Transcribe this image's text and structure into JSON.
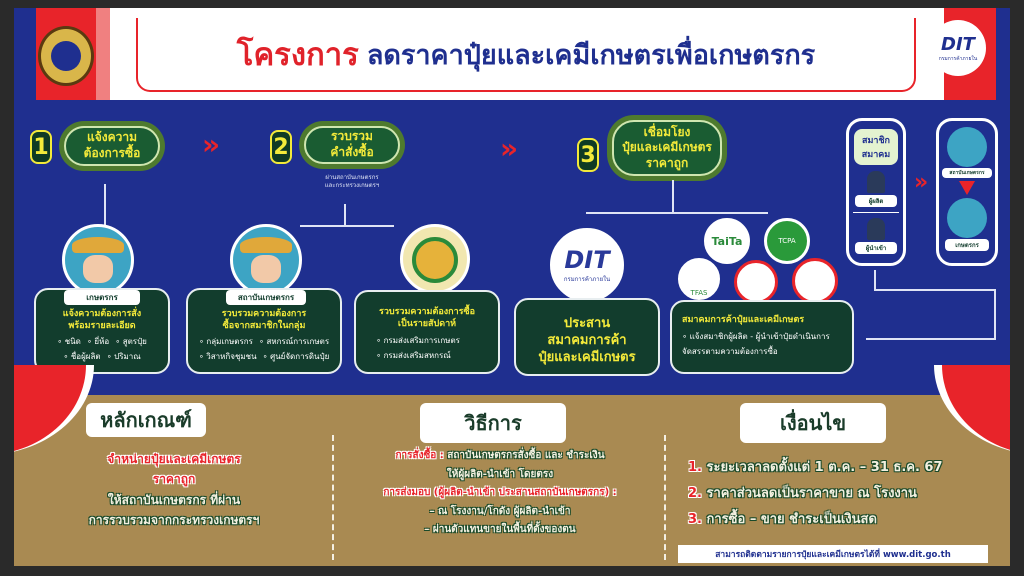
{
  "header": {
    "title_red": "โครงการ",
    "title_blue": "ลดราคาปุ๋ยและเคมีเกษตรเพื่อเกษตรกร",
    "logo_right": "DIT",
    "logo_right_sub": "กรมการค้าภายใน"
  },
  "steps": [
    {
      "number": "1",
      "line1": "แจ้งความ",
      "line2": "ต้องการซื้อ"
    },
    {
      "number": "2",
      "line1": "รวบรวม",
      "line2": "คำสั่งซื้อ",
      "note1": "ผ่านสถาบันเกษตรกร",
      "note2": "และกระทรวงเกษตรฯ"
    },
    {
      "number": "3",
      "line1": "เชื่อมโยง",
      "line2": "ปุ๋ยและเคมีเกษตร",
      "line3": "ราคาถูก"
    }
  ],
  "cards": {
    "farmer": {
      "tag": "เกษตรกร",
      "h1": "แจ้งความต้องการสั่ง",
      "h2": "พร้อมรายละเอียด",
      "items": [
        "ชนิด",
        "ยี่ห้อ",
        "สูตรปุ๋ย",
        "ชื่อผู้ผลิต",
        "ปริมาณ"
      ]
    },
    "institution": {
      "tag": "สถาบันเกษตรกร",
      "h1": "รวบรวมความต้องการ",
      "h2": "ซื้อจากสมาชิกในกลุ่ม",
      "items": [
        "กลุ่มเกษตรกร",
        "สหกรณ์การเกษตร",
        "วิสาหกิจชุมชน",
        "ศูนย์จัดการดินปุ๋ย"
      ]
    },
    "ministry": {
      "h1": "รวบรวมความต้องการซื้อ",
      "h2": "เป็นรายสัปดาห์",
      "items": [
        "กรมส่งเสริมการเกษตร",
        "กรมส่งเสริมสหกรณ์"
      ]
    },
    "dit": {
      "logo": "DIT",
      "logo_sub": "กรมการค้าภายใน",
      "l1": "ประสาน",
      "l2": "สมาคมการค้า",
      "l3": "ปุ๋ยและเคมีเกษตร"
    },
    "association": {
      "logos": [
        "TaiTa",
        "TCPA",
        "TFAS"
      ],
      "h": "สมาคมการค้าปุ๋ยและเคมีเกษตร",
      "item1": "แจ้งสมาชิกผู้ผลิต - ผู้นำเข้าปุ๋ยดำเนินการ",
      "item2": "จัดสรรตามความต้องการซื้อ"
    }
  },
  "members": {
    "title1": "สมาชิก",
    "title2": "สมาคม",
    "producer": "ผู้ผลิต",
    "importer": "ผู้นำเข้า",
    "institution": "สถาบันเกษตรกร",
    "farmer": "เกษตรกร"
  },
  "criteria": {
    "heading": "หลักเกณฑ์",
    "red1": "จำหน่ายปุ๋ยและเคมีเกษตร",
    "red2": "ราคาถูก",
    "l1": "ให้สถาบันเกษตรกร ที่ผ่าน",
    "l2": "การรวบรวมจากกระทรวงเกษตรฯ"
  },
  "method": {
    "heading": "วิธีการ",
    "order_label": "การสั่งซื้อ :",
    "order_text": "สถาบันเกษตรกรสั่งซื้อ และ ชำระเงิน",
    "order_text2": "ให้ผู้ผลิต-นำเข้า โดยตรง",
    "delivery_label": "การส่งมอบ (ผู้ผลิต-นำเข้า ประสานสถาบันเกษตรกร) :",
    "d1": "–  ณ โรงงาน/โกดัง ผู้ผลิต-นำเข้า",
    "d2": "–  ผ่านตัวแทนขายในพื้นที่ตั้งของตน"
  },
  "conditions": {
    "heading": "เงื่อนไข",
    "items": [
      {
        "n": "1.",
        "t": "ระยะเวลาลดตั้งแต่ 1 ต.ค. – 31 ธ.ค. 67"
      },
      {
        "n": "2.",
        "t": "ราคาส่วนลดเป็นราคาขาย ณ โรงงาน"
      },
      {
        "n": "3.",
        "t": "การซื้อ – ขาย ชำระเป็นเงินสด"
      }
    ],
    "footer": "สามารถติดตามรายการปุ๋ยและเคมีเกษตรได้ที่ www.dit.go.th"
  },
  "arrow": "»"
}
